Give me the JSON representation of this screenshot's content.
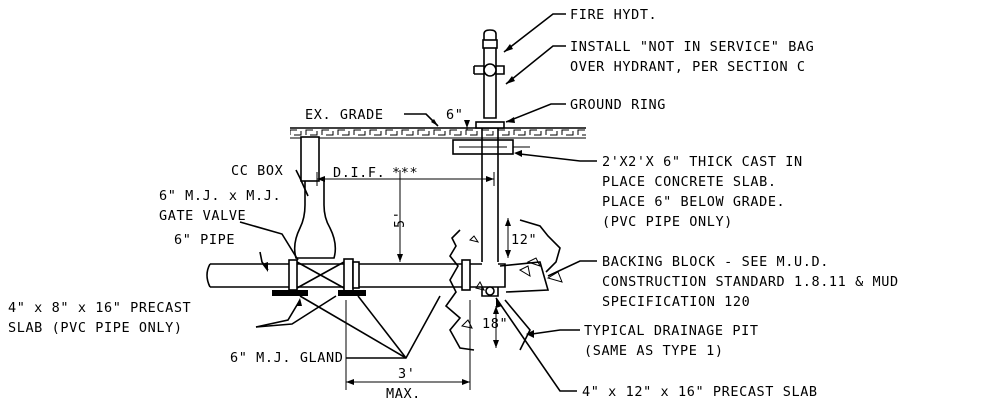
{
  "labels": {
    "fire_hydrant": "FIRE HYDT.",
    "bag_line1": "INSTALL \"NOT IN SERVICE\" BAG",
    "bag_line2": "OVER HYDRANT, PER SECTION C",
    "ground_ring": "GROUND RING",
    "ex_grade": "EX. GRADE",
    "six_inch_top": "6\"",
    "slab_line1": "2'X2'X 6\" THICK CAST IN",
    "slab_line2": "PLACE CONCRETE SLAB.",
    "slab_line3": "PLACE 6\" BELOW GRADE.",
    "slab_line4": "(PVC PIPE ONLY)",
    "cc_box": "CC BOX",
    "dif": "D.I.F.",
    "dif_stars": "***",
    "gate_line1": "6\" M.J. x M.J.",
    "gate_line2": "GATE VALVE",
    "pipe": "6\" PIPE",
    "five_ft": "5'",
    "twelve_in": "12\"",
    "backing_line1": "BACKING BLOCK - SEE M.U.D.",
    "backing_line2": "CONSTRUCTION STANDARD 1.8.11 & MUD",
    "backing_line3": "SPECIFICATION 120",
    "precast_line1": "4\" x 8\" x 16\" PRECAST",
    "precast_line2": "SLAB (PVC PIPE ONLY)",
    "eighteen_in": "18\"",
    "drainage_line1": "TYPICAL DRAINAGE PIT",
    "drainage_line2": "(SAME AS TYPE 1)",
    "gland": "6\" M.J. GLAND",
    "three_ft": "3'",
    "max": "MAX.",
    "bottom_slab": "4\" x 12\" x 16\" PRECAST SLAB"
  }
}
